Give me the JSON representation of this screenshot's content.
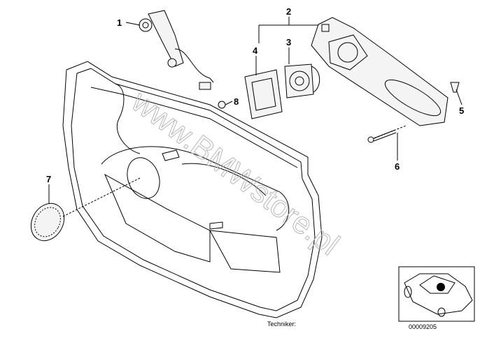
{
  "diagram": {
    "callouts": [
      {
        "id": "1",
        "label": "1"
      },
      {
        "id": "2",
        "label": "2"
      },
      {
        "id": "3",
        "label": "3"
      },
      {
        "id": "4",
        "label": "4"
      },
      {
        "id": "5",
        "label": "5"
      },
      {
        "id": "6",
        "label": "6"
      },
      {
        "id": "7",
        "label": "7"
      },
      {
        "id": "8",
        "label": "8"
      }
    ],
    "watermark": "www.BMWstore.pl",
    "techniker_label": "Techniker:",
    "drawing_number": "00009205"
  }
}
